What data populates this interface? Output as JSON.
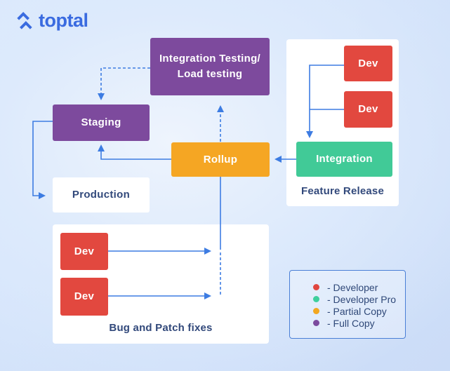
{
  "brand": {
    "name": "toptal"
  },
  "palette": {
    "line_blue": "#3d7ce2",
    "purple": "#7d4a9d",
    "red": "#e2483f",
    "orange": "#f5a623",
    "green": "#41ca97",
    "navy": "#32497b",
    "logo_blue": "#3a6be0",
    "panel_white": "#ffffff"
  },
  "diagram": {
    "integration_testing": {
      "line1": "Integration Testing/",
      "line2": "Load testing"
    },
    "staging": {
      "label": "Staging"
    },
    "production": {
      "label": "Production"
    },
    "rollup": {
      "label": "Rollup"
    },
    "feature_release": {
      "title": "Feature Release",
      "dev_top": "Dev",
      "dev_bottom": "Dev",
      "integration": "Integration"
    },
    "bug_patch": {
      "title": "Bug and Patch fixes",
      "dev_top": "Dev",
      "dev_bottom": "Dev"
    }
  },
  "legend": {
    "items": [
      {
        "label": "- Developer",
        "color": "#e0453f"
      },
      {
        "label": "- Developer Pro",
        "color": "#3ecf9d"
      },
      {
        "label": "- Partial Copy",
        "color": "#f2a71f"
      },
      {
        "label": "- Full Copy",
        "color": "#7b4a9e"
      }
    ]
  }
}
